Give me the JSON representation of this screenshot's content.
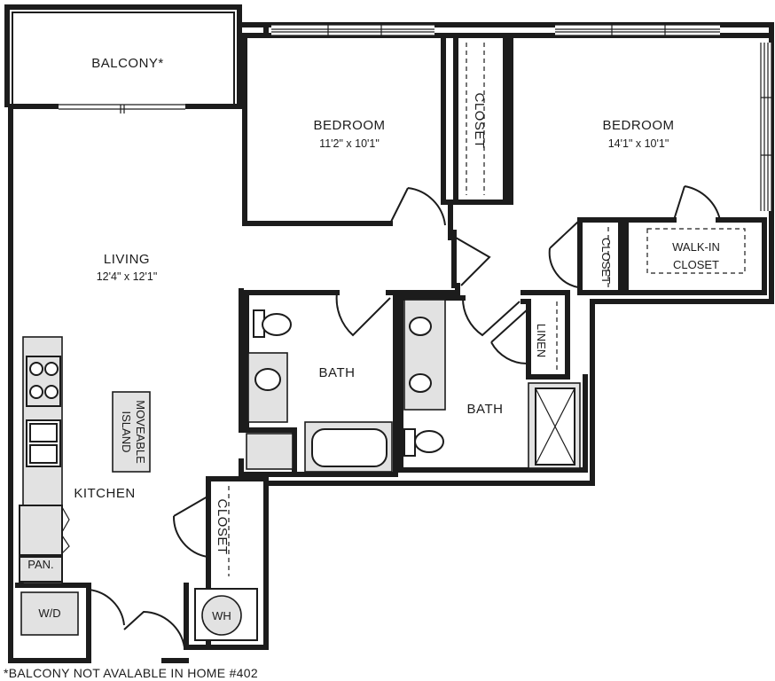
{
  "rooms": {
    "balcony": "BALCONY*",
    "bedroom1": {
      "name": "BEDROOM",
      "size": "11'2\" x 10'1\""
    },
    "bedroom2": {
      "name": "BEDROOM",
      "size": "14'1\" x 10'1\""
    },
    "living": {
      "name": "LIVING",
      "size": "12'4\" x 12'1\""
    },
    "kitchen": "KITCHEN",
    "bath1": "BATH",
    "bath2": "BATH",
    "closet_bed1": "CLOSET",
    "closet_bed2": "CLOSET",
    "walk_in_closet_line1": "WALK-IN",
    "walk_in_closet_line2": "CLOSET",
    "linen": "LINEN",
    "closet_hall": "CLOSET",
    "island_line1": "MOVEABLE",
    "island_line2": "ISLAND",
    "pantry": "PAN.",
    "washer_dryer": "W/D",
    "water_heater": "WH"
  },
  "footnote": "*BALCONY NOT AVALABLE IN HOME #402"
}
